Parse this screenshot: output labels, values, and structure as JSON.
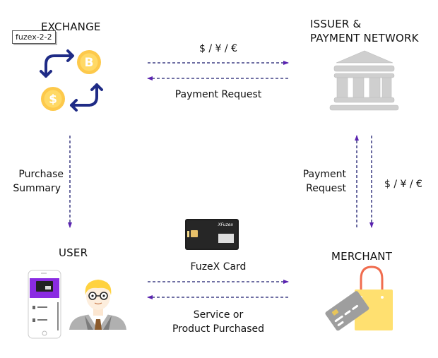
{
  "tooltip": "fuzex-2-2",
  "nodes": {
    "exchange": "EXCHANGE",
    "issuer_line1": "ISSUER &",
    "issuer_line2": "PAYMENT NETWORK",
    "user": "USER",
    "merchant": "MERCHANT"
  },
  "flows": {
    "top_forward": "$ / ¥ / €",
    "top_back": "Payment Request",
    "left_down_line1": "Purchase",
    "left_down_line2": "Summary",
    "right_up_line1": "Payment",
    "right_up_line2": "Request",
    "right_down": "$ / ¥ / €",
    "bottom_forward": "FuzeX Card",
    "bottom_back_line1": "Service or",
    "bottom_back_line2": "Product Purchased"
  },
  "card": {
    "brand": "XFuzex"
  },
  "colors": {
    "arrow_line": "#1b1b6e",
    "arrow_head": "#5a22b0",
    "coin": "#fdc94b",
    "coin_inner": "#ffd966",
    "exchange_arrow": "#1f2b86",
    "bank": "#cfcfcf",
    "bag": "#ffe070",
    "bag_handle": "#f06c4e",
    "credit_card": "#9e9e9e",
    "phone_screen": "#8a2be2",
    "hair": "#ffd23f"
  }
}
